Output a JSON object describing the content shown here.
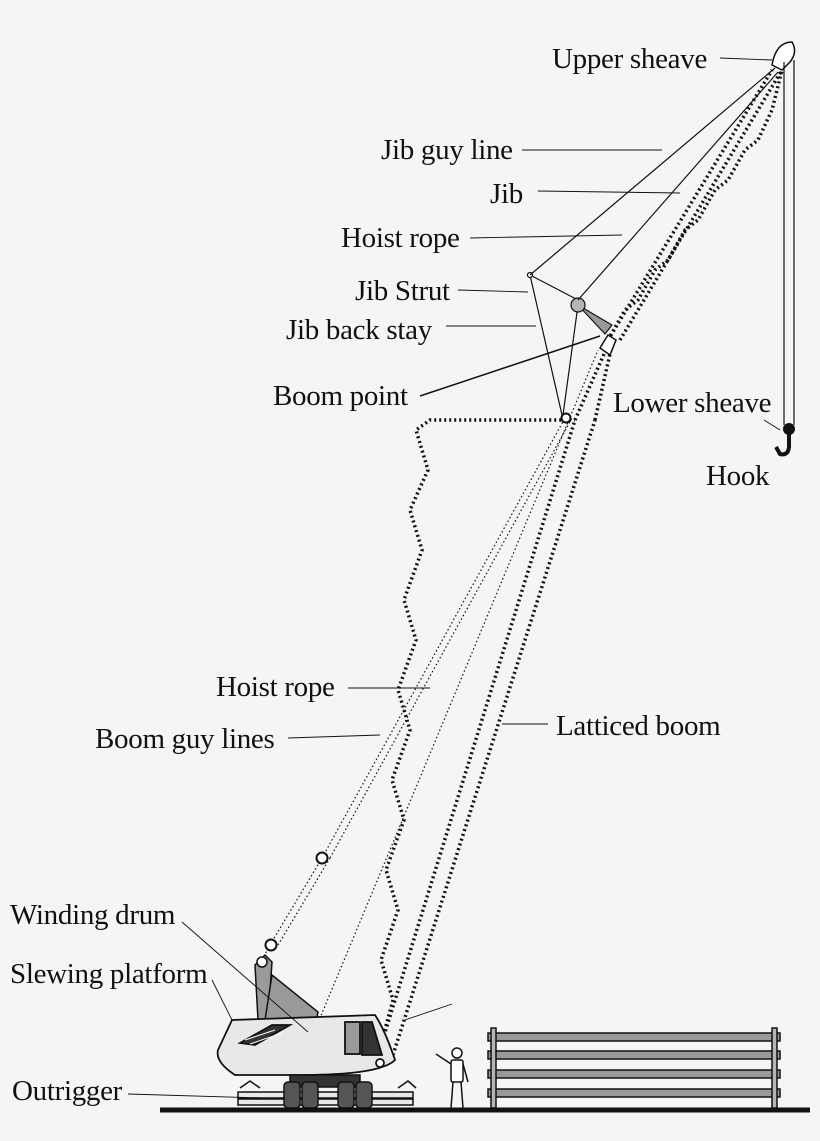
{
  "labels": {
    "upper_sheave": "Upper sheave",
    "jib_guy_line": "Jib guy line",
    "jib": "Jib",
    "hoist_rope_top": "Hoist rope",
    "jib_strut": "Jib Strut",
    "jib_back_stay": "Jib back stay",
    "boom_point": "Boom point",
    "lower_sheave": "Lower sheave",
    "hook": "Hook",
    "hoist_rope_bottom": "Hoist rope",
    "boom_guy_lines": "Boom guy lines",
    "latticed_boom": "Latticed boom",
    "winding_drum": "Winding drum",
    "slewing_platform": "Slewing platform",
    "outrigger": "Outrigger"
  },
  "colors": {
    "background": "#f5f5f5",
    "line": "#111111",
    "body_fill": "#e8e8e8",
    "dark_fill": "#333333",
    "gray_fill": "#9a9a9a"
  }
}
